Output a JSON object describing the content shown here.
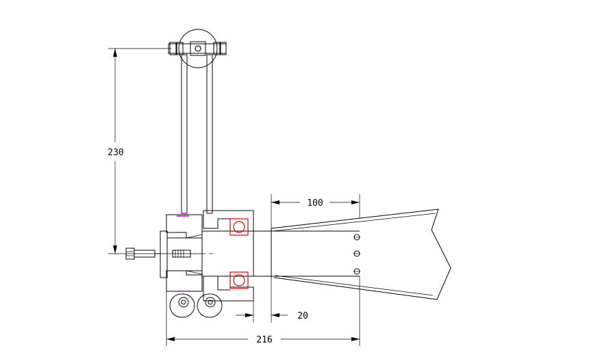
{
  "dimensions": {
    "height_label": "230",
    "top_span_label": "100",
    "small_span_label": "20",
    "overall_label": "216"
  },
  "colors": {
    "line": "#000000",
    "bearing": "#e00000",
    "weld": "#c000c0",
    "background": "#ffffff"
  }
}
